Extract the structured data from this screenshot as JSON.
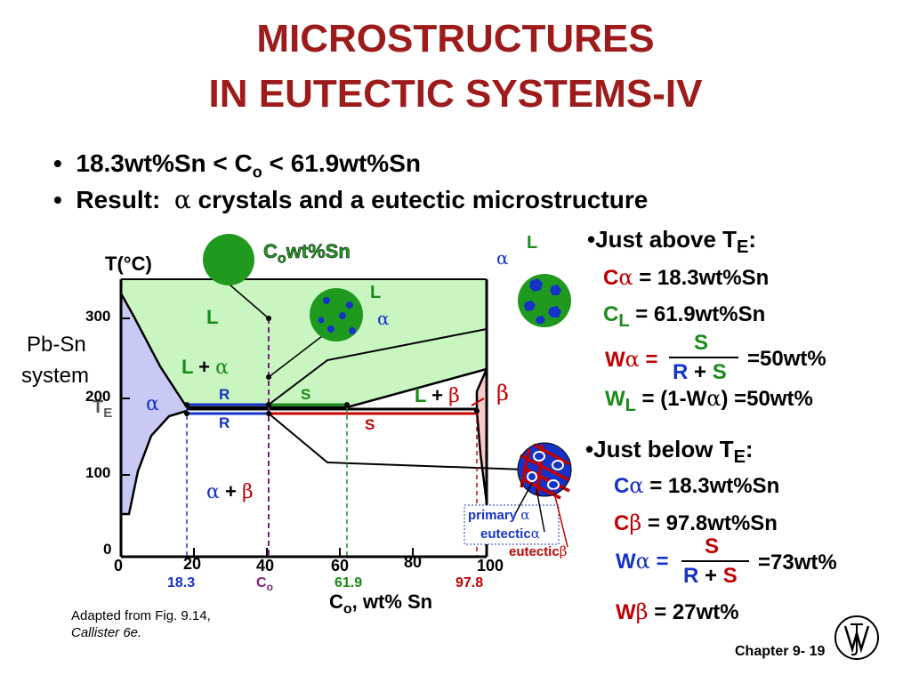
{
  "title": {
    "line1": "MICROSTRUCTURES",
    "line2": "IN EUTECTIC SYSTEMS-IV"
  },
  "bullets": [
    {
      "text_a": "18.3wt%Sn < C",
      "sub": "o",
      "text_b": " < 61.9wt%Sn"
    },
    {
      "label": "Result:",
      "alpha": "α",
      "text": "crystals and a eutectic microstructure"
    }
  ],
  "diagram": {
    "temp_label": "T(°C)",
    "system_label_1": "Pb-Sn",
    "system_label_2": "system",
    "te_label_main": "T",
    "te_label_sub": "E",
    "y_ticks": [
      "300",
      "200",
      "100",
      "0"
    ],
    "x_ticks": [
      "0",
      "20",
      "40",
      "60",
      "80",
      "100"
    ],
    "x_markers": [
      "18.3",
      "C",
      "61.9",
      "97.8"
    ],
    "x_marker_co_sub": "o",
    "x_axis_label_main": "C",
    "x_axis_label_sub": "o",
    "x_axis_label_rest": ", wt% Sn",
    "co_label_main": "C",
    "co_label_sub": "o",
    "co_label_rest": "wt%Sn",
    "region_labels": {
      "L": "L",
      "L_alpha_L": "L",
      "L_alpha_plus": "+",
      "L_alpha_a": "α",
      "alpha": "α",
      "L_beta_L": "L",
      "L_beta_plus": "+",
      "L_beta_b": "β",
      "beta": "β",
      "alpha_beta_a": "α",
      "alpha_beta_plus": "+",
      "alpha_beta_b": "β"
    },
    "lever": {
      "R_top": "R",
      "S_top": "S",
      "R_bottom": "R",
      "S_bottom": "S"
    },
    "micro_mid_L": "L",
    "micro_mid_alpha": "α",
    "micro_right_alpha": "α",
    "micro_right_L": "L",
    "callouts": {
      "primary": "primary",
      "primary_a": "α",
      "eutectic_a_text": "eutectic",
      "eutectic_a": "α",
      "eutectic_b_text": "eutectic",
      "eutectic_b": "β"
    }
  },
  "above": {
    "header": "Just above T",
    "header_sub": "E",
    "header_end": ":",
    "c_alpha_sym": "C",
    "c_alpha_greek": "α",
    "c_alpha_val": " = 18.3wt%Sn",
    "c_l_sym": "C",
    "c_l_sub": "L",
    "c_l_val": " = 61.9wt%Sn",
    "w_alpha_sym": "W",
    "w_alpha_greek": "α",
    "w_alpha_eq": " =",
    "num": "S",
    "den_r": "R",
    "den_plus": " + ",
    "den_s": "S",
    "result": "=50wt%",
    "w_l_sym": "W",
    "w_l_sub": "L",
    "w_l_val_a": " = (1-W",
    "w_l_greek": "α",
    "w_l_val_b": ") =50wt%"
  },
  "below": {
    "header": "Just below T",
    "header_sub": "E",
    "header_end": ":",
    "c_alpha_sym": "C",
    "c_alpha_greek": "α",
    "c_alpha_val": " = 18.3wt%Sn",
    "c_beta_sym": "C",
    "c_beta_greek": "β",
    "c_beta_val": " = 97.8wt%Sn",
    "w_alpha_sym": "W",
    "w_alpha_greek": "α",
    "w_alpha_eq": " =",
    "num": "S",
    "den_r": "R",
    "den_plus": " + ",
    "den_s": "S",
    "result": "=73wt%",
    "w_beta_sym": "W",
    "w_beta_greek": "β",
    "w_beta_val": " = 27wt%"
  },
  "caption": {
    "line1": "Adapted from Fig. 9.14,",
    "line2": "Callister 6e."
  },
  "footer": {
    "chapter": "Chapter 9-",
    "page": "19"
  },
  "colors": {
    "title": "#9e1b1b",
    "liquid": "#c9f5c1",
    "alpha_region": "#c9c9f5",
    "beta_region": "#f7c9c9",
    "micro_green": "#1f9a1f",
    "micro_blue": "#1533c7",
    "micro_red": "#c00000"
  }
}
